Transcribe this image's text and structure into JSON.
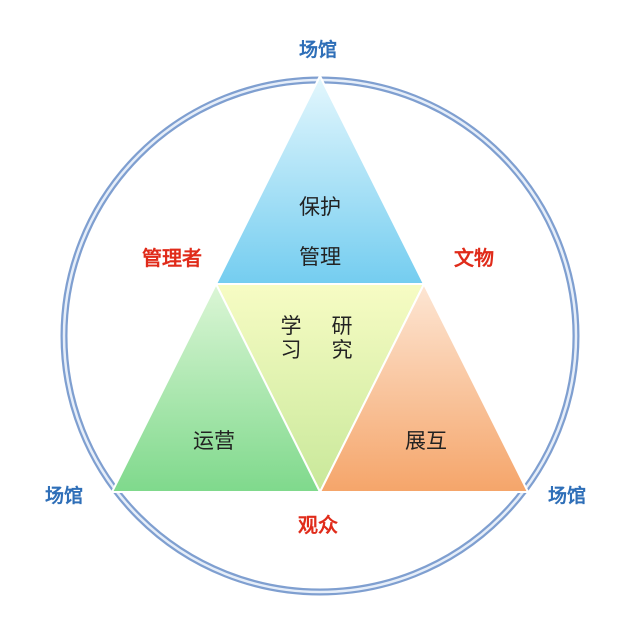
{
  "corners": {
    "top": "场馆",
    "left": "场馆",
    "right": "场馆"
  },
  "edges": {
    "left": "管理者",
    "right": "文物",
    "bottom": "观众"
  },
  "triangles": {
    "top": {
      "line1": "保护",
      "line2": "管理"
    },
    "center": {
      "col1_top": "学",
      "col1_bottom": "习",
      "col2_top": "研",
      "col2_bottom": "究"
    },
    "left": {
      "label": "运营"
    },
    "right": {
      "label": "展互"
    }
  },
  "colors": {
    "circle_stroke": "#9db5dc",
    "corner_text": "#2f6fb8",
    "edge_text": "#e02b1a",
    "body_text": "#222222"
  }
}
